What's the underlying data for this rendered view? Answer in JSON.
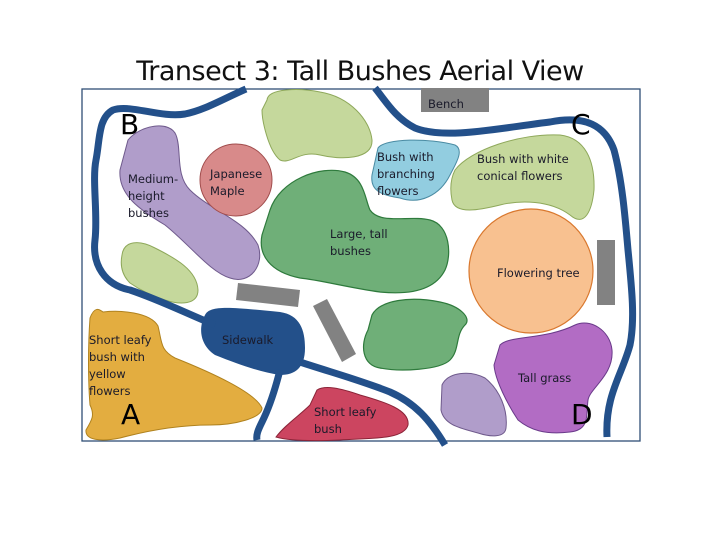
{
  "title": "Transect 3: Tall Bushes Aerial View",
  "colors": {
    "path": "#23508a",
    "frame": "#2f4f75",
    "bench": "#828282",
    "light_green": "#c5d89c",
    "dark_green": "#6faf78",
    "purple_light": "#b09dca",
    "red_maple": "#d88a8a",
    "light_blue": "#92cde0",
    "orange": "#f8c190",
    "violet": "#b26cc4",
    "yellow": "#e3ad40",
    "crimson": "#cc4560"
  },
  "corners": {
    "a": "A",
    "b": "B",
    "c": "C",
    "d": "D"
  },
  "features": {
    "bench": "Bench",
    "medium_bushes": [
      "Medium-",
      "height",
      "bushes"
    ],
    "japanese_maple": [
      "Japanese",
      "Maple"
    ],
    "branching_bush": [
      "Bush with",
      "branching",
      "flowers"
    ],
    "white_conical": [
      "Bush with white",
      "conical flowers"
    ],
    "large_tall": [
      "Large, tall",
      "bushes"
    ],
    "flowering_tree": [
      "Flowering tree"
    ],
    "sidewalk": [
      "Sidewalk"
    ],
    "yellow_bush": [
      "Short leafy",
      "bush with",
      "yellow",
      "flowers"
    ],
    "short_leafy": [
      "Short leafy",
      "bush"
    ],
    "tall_grass": [
      "Tall grass"
    ]
  }
}
